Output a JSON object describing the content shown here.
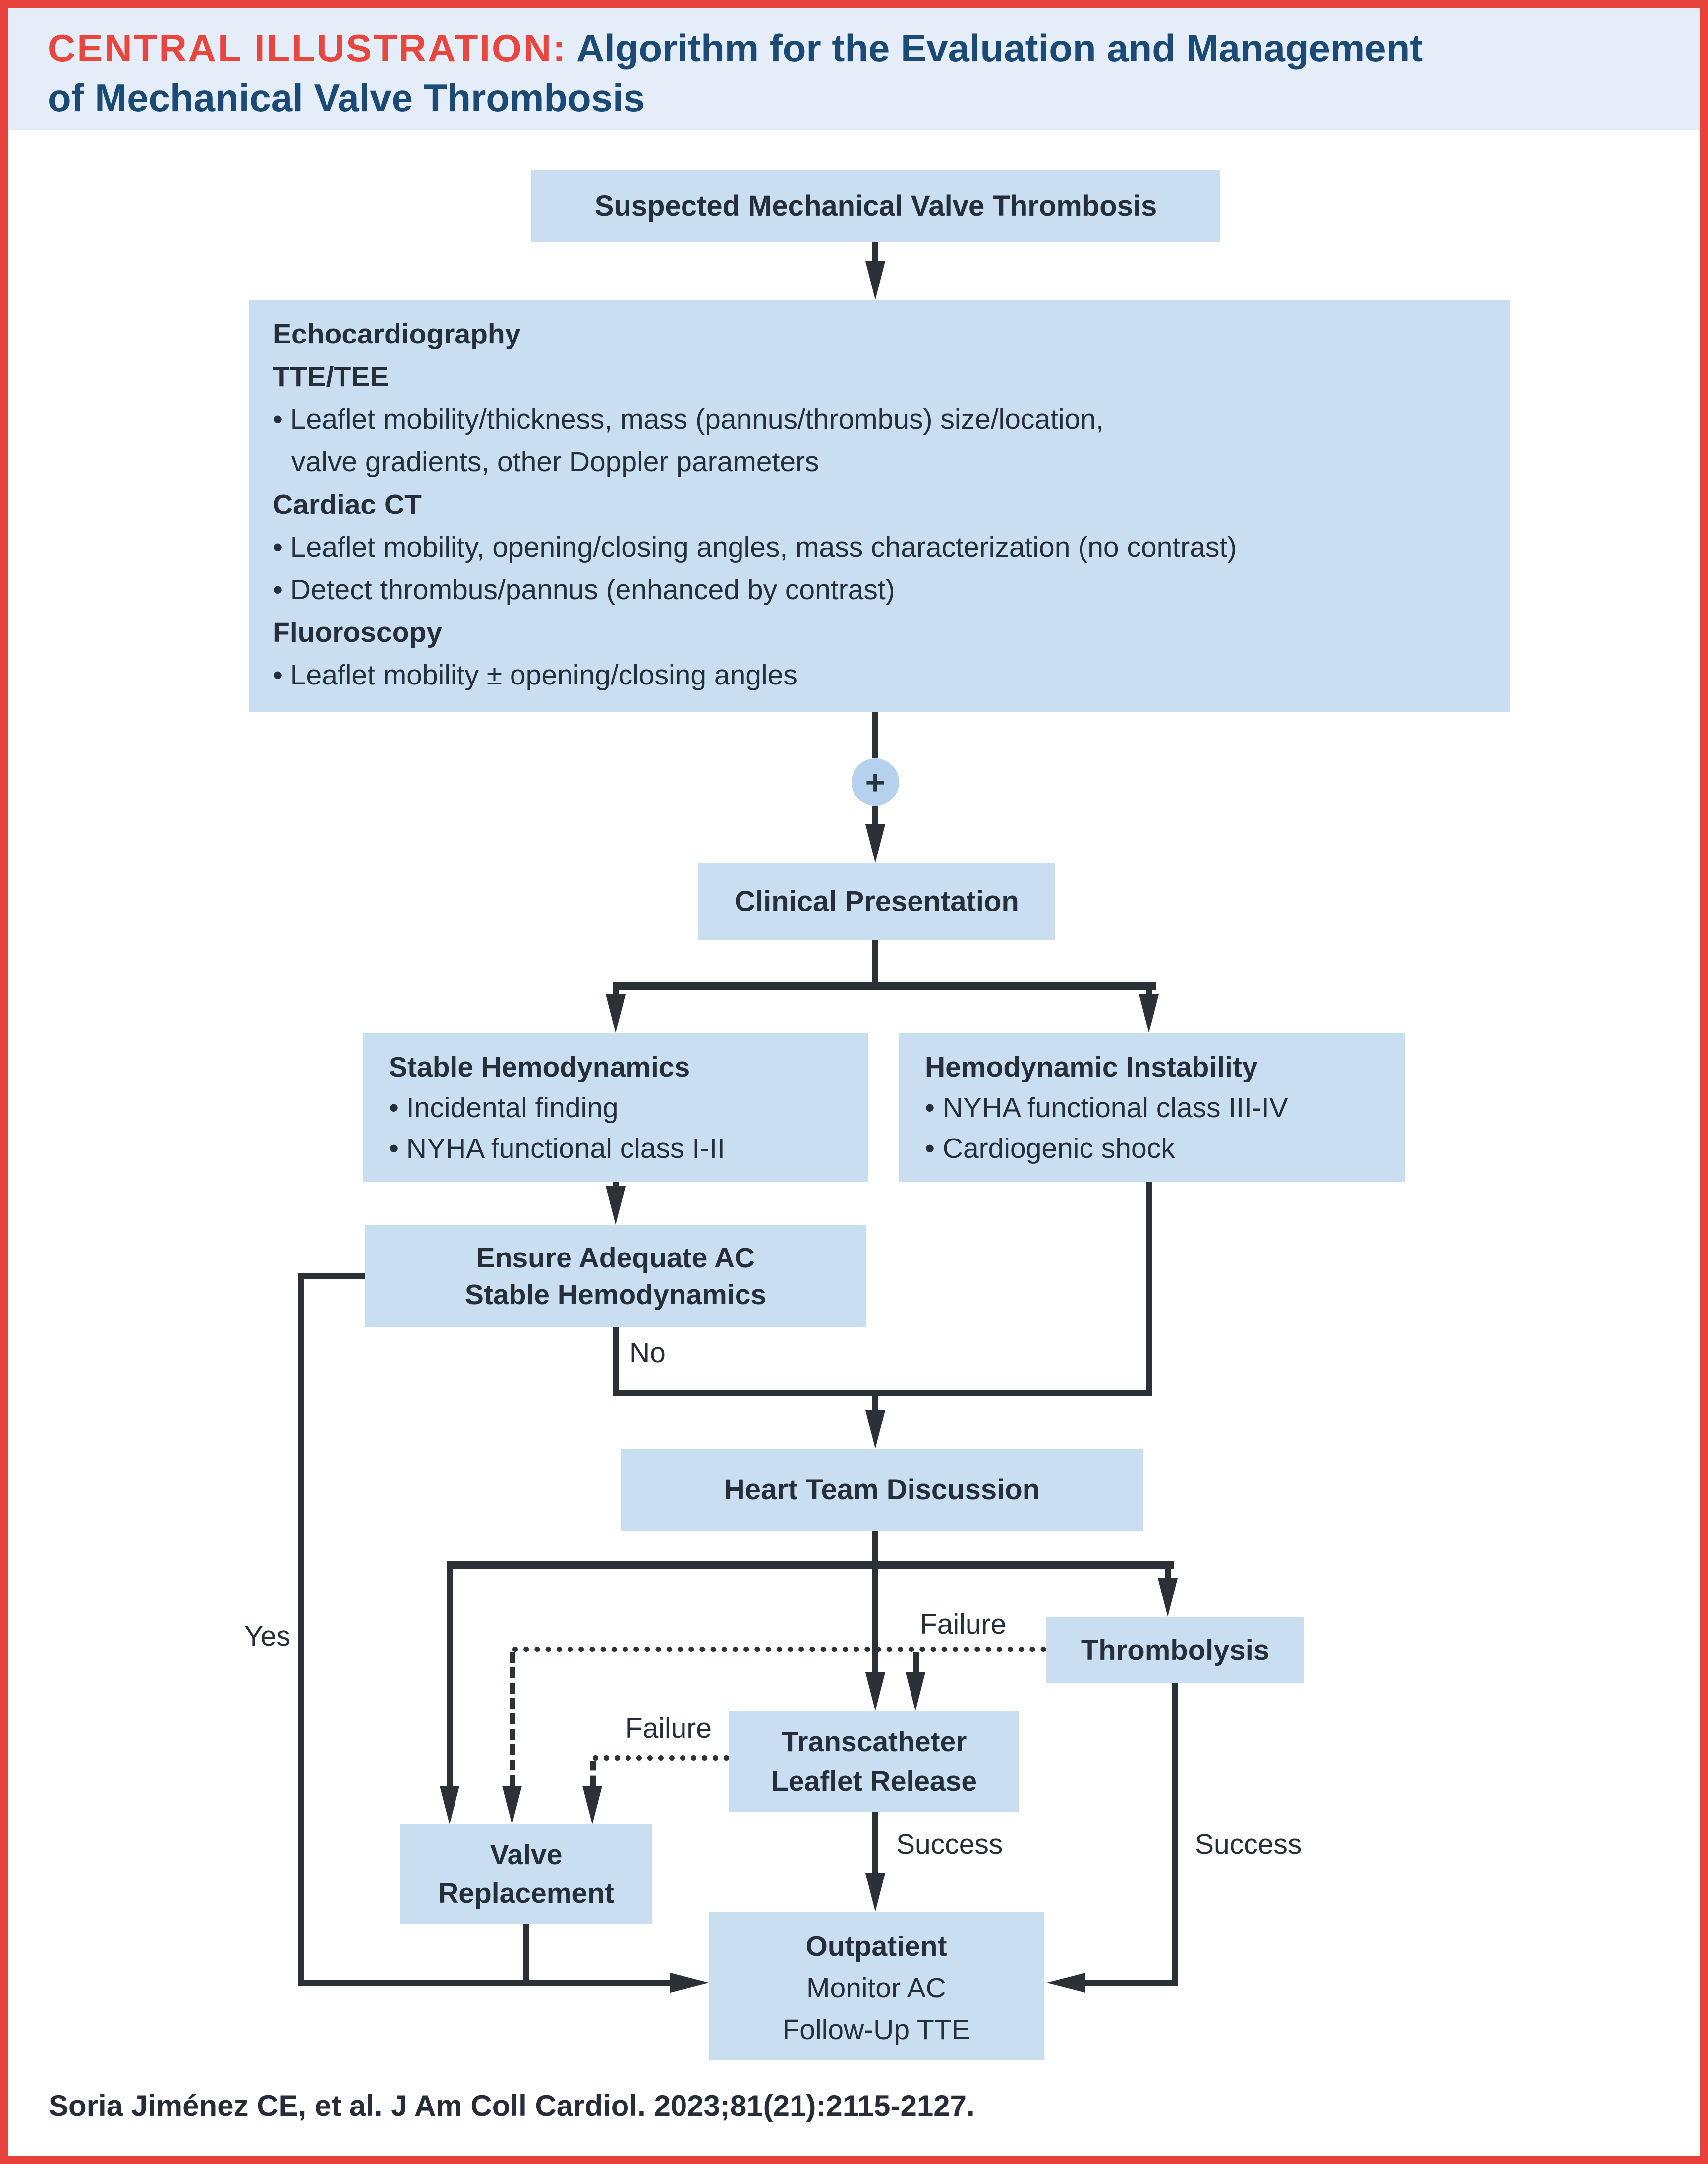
{
  "header": {
    "label": "CENTRAL ILLUSTRATION:",
    "title_line1": "Algorithm for the Evaluation and Management",
    "title_line2": "of Mechanical Valve Thrombosis"
  },
  "nodes": {
    "suspected": "Suspected Mechanical Valve Thrombosis",
    "evaluation": {
      "lines": [
        "Echocardiography",
        "TTE/TEE",
        "• Leaflet mobility/thickness, mass (pannus/thrombus) size/location,",
        "valve gradients, other Doppler parameters",
        "Cardiac CT",
        "• Leaflet mobility, opening/closing angles, mass characterization (no contrast)",
        "• Detect thrombus/pannus (enhanced by contrast)",
        "Fluoroscopy",
        "• Leaflet mobility ± opening/closing angles"
      ]
    },
    "plus_symbol": "+",
    "clinical": "Clinical Presentation",
    "stable": [
      "Stable Hemodynamics",
      "• Incidental finding",
      "• NYHA functional class I-II"
    ],
    "instability": [
      "Hemodynamic Instability",
      "• NYHA functional class III-IV",
      "• Cardiogenic shock"
    ],
    "ensure": [
      "Ensure Adequate AC",
      "Stable Hemodynamics"
    ],
    "heart_team": "Heart Team Discussion",
    "thrombolysis": "Thrombolysis",
    "transcatheter": [
      "Transcatheter",
      "Leaflet Release"
    ],
    "valve_replacement": [
      "Valve",
      "Replacement"
    ],
    "outpatient": [
      "Outpatient",
      "Monitor AC",
      "Follow-Up TTE"
    ]
  },
  "edge_labels": {
    "no": "No",
    "yes": "Yes",
    "failure_thrombolysis": "Failure",
    "failure_transcatheter": "Failure",
    "success_transcatheter": "Success",
    "success_thrombolysis": "Success"
  },
  "citation": "Soria Jiménez CE, et al. J Am Coll Cardiol. 2023;81(21):2115-2127.",
  "colors": {
    "frame_red": "#e8423c",
    "header_bg": "#e4edf8",
    "header_navy": "#1a4a75",
    "header_red": "#e8463e",
    "node_fill": "#cadef2",
    "text": "#262e39",
    "line": "#2c3138",
    "plus_fill": "#b5d1ed"
  }
}
